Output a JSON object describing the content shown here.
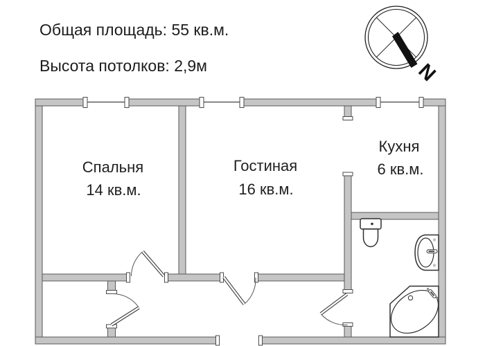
{
  "header": {
    "total_area": "Общая площадь: 55 кв.м.",
    "ceiling_height": "Высота потолков: 2,9м"
  },
  "compass": {
    "north_label": "N"
  },
  "rooms": {
    "bedroom": {
      "name": "Спальня",
      "area": "14 кв.м."
    },
    "living": {
      "name": "Гостиная",
      "area": "16 кв.м."
    },
    "kitchen": {
      "name": "Кухня",
      "area": "6 кв.м."
    }
  },
  "fixtures": {
    "toilet": "toilet-icon",
    "sink": "sink-icon",
    "bathtub": "corner-bathtub-icon"
  },
  "colors": {
    "wall_fill": "#c5c5c5",
    "wall_outline": "#585858",
    "drawing_line": "#2f2f2f",
    "text": "#1c1c1c",
    "background": "#ffffff"
  }
}
